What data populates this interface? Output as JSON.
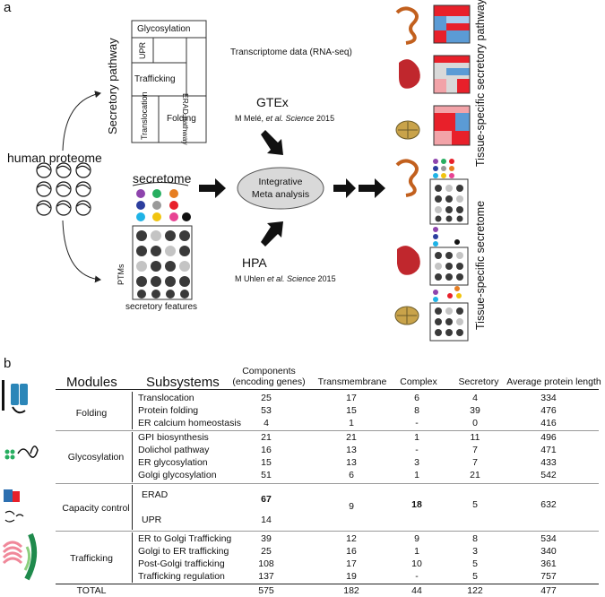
{
  "panel_a": {
    "letter": "a",
    "human_proteome": "human proteome",
    "secretory_pathway": "Secretory pathway",
    "boxes": {
      "glycosylation": "Glycosylation",
      "upr": "UPR",
      "erad": "ERAD pathway",
      "trafficking": "Trafficking",
      "translocation": "Translocation",
      "folding": "Folding"
    },
    "transcriptome": "Transcriptome data (RNA-seq)",
    "gtex": "GTEx",
    "gtex_ref_prefix": "M Melé, ",
    "gtex_ref_italic": "et al. Science",
    "gtex_ref_year": " 2015",
    "secretome": "secretome",
    "ptms": "PTMs",
    "secretory_features": "secretory features",
    "integrative_line1": "Integrative",
    "integrative_line2": "Meta analysis",
    "hpa": "HPA",
    "hpa_ref_prefix": "M Uhlen ",
    "hpa_ref_italic": "et al. Science",
    "hpa_ref_year": " 2015",
    "tissue_pathway": "Tissue-specific secretory pathway",
    "tissue_secretome": "Tissue-specific secretome"
  },
  "panel_b": {
    "letter": "b",
    "headers": {
      "modules": "Modules",
      "subsystems": "Subsystems",
      "components_line1": "Components",
      "components_line2": "(encoding genes)",
      "transmembrane": "Transmembrane",
      "complex": "Complex",
      "secretory": "Secretory",
      "avg_length": "Average protein length"
    },
    "groups": [
      {
        "module": "Folding",
        "rows": [
          {
            "subsystem": "Translocation",
            "components": "25",
            "transmembrane": "17",
            "complex": "6",
            "secretory": "4",
            "length": "334"
          },
          {
            "subsystem": "Protein folding",
            "components": "53",
            "transmembrane": "15",
            "complex": "8",
            "secretory": "39",
            "length": "476"
          },
          {
            "subsystem": "ER calcium homeostasis",
            "components": "4",
            "transmembrane": "1",
            "complex": "-",
            "secretory": "0",
            "length": "416"
          }
        ]
      },
      {
        "module": "Glycosylation",
        "rows": [
          {
            "subsystem": "GPI biosynthesis",
            "components": "21",
            "transmembrane": "21",
            "complex": "1",
            "secretory": "11",
            "length": "496"
          },
          {
            "subsystem": "Dolichol pathway",
            "components": "16",
            "transmembrane": "13",
            "complex": "-",
            "secretory": "7",
            "length": "471"
          },
          {
            "subsystem": "ER glycosylation",
            "components": "15",
            "transmembrane": "13",
            "complex": "3",
            "secretory": "7",
            "length": "433"
          },
          {
            "subsystem": "Golgi glycosylation",
            "components": "51",
            "transmembrane": "6",
            "complex": "1",
            "secretory": "21",
            "length": "542"
          }
        ]
      },
      {
        "module": "Capacity control",
        "erad_label": "ERAD",
        "erad_components": "67",
        "upr_label": "UPR",
        "upr_components": "14",
        "transmembrane": "9",
        "complex": "18",
        "secretory": "5",
        "length": "632"
      },
      {
        "module": "Trafficking",
        "rows": [
          {
            "subsystem": "ER to Golgi Trafficking",
            "components": "39",
            "transmembrane": "12",
            "complex": "9",
            "secretory": "8",
            "length": "534"
          },
          {
            "subsystem": "Golgi to ER trafficking",
            "components": "25",
            "transmembrane": "16",
            "complex": "1",
            "secretory": "3",
            "length": "340"
          },
          {
            "subsystem": "Post-Golgi trafficking",
            "components": "108",
            "transmembrane": "17",
            "complex": "10",
            "secretory": "5",
            "length": "361"
          },
          {
            "subsystem": "Trafficking regulation",
            "components": "137",
            "transmembrane": "19",
            "complex": "-",
            "secretory": "5",
            "length": "757"
          }
        ]
      }
    ],
    "total": {
      "label": "TOTAL",
      "components": "575",
      "transmembrane": "182",
      "complex": "44",
      "secretory": "122",
      "length": "477"
    }
  },
  "colors": {
    "red": "#e8202a",
    "light_red": "#f2a3a8",
    "blue": "#5b9bd5",
    "light_blue": "#a9cdee",
    "grey": "#d9d9d9",
    "dark_dot": "#3a3a3a",
    "light_dot": "#c4c4c4",
    "organ_orange": "#c2601e",
    "liver_red": "#c0272d",
    "brain_tan": "#c9a34a"
  }
}
